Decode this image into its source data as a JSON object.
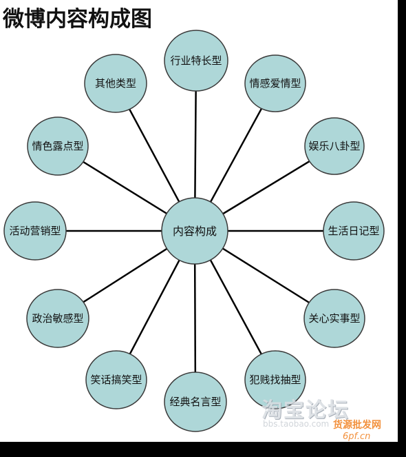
{
  "title": "微博内容构成图",
  "center": {
    "label": "内容构成"
  },
  "nodes": [
    {
      "id": "industry",
      "label": "行业特长型"
    },
    {
      "id": "emotion-love",
      "label": "情感爱情型"
    },
    {
      "id": "gossip",
      "label": "娱乐八卦型"
    },
    {
      "id": "life-diary",
      "label": "生活日记型"
    },
    {
      "id": "current-affairs",
      "label": "关心实事型"
    },
    {
      "id": "cheap-lottery",
      "label": "犯贱找抽型"
    },
    {
      "id": "quotes",
      "label": "经典名言型"
    },
    {
      "id": "jokes",
      "label": "笑话搞笑型"
    },
    {
      "id": "politics",
      "label": "政治敏感型"
    },
    {
      "id": "marketing",
      "label": "活动营销型"
    },
    {
      "id": "erotic",
      "label": "情色露点型"
    },
    {
      "id": "other",
      "label": "其他类型"
    }
  ],
  "colors": {
    "node_fill": "#aed7d8",
    "node_stroke": "#3a3a3a",
    "line": "#000000"
  },
  "watermark": {
    "main": "淘宝论坛",
    "sub": "bbs.taobao.com",
    "tag": "货源批发网",
    "url": "6pf.cn"
  }
}
